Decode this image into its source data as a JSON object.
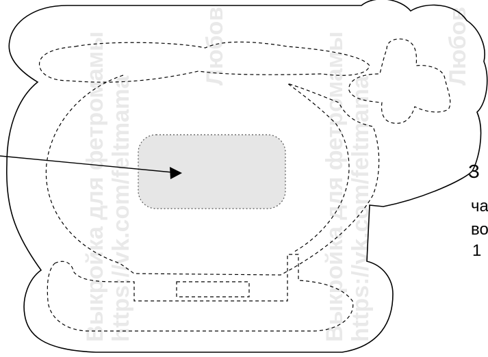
{
  "diagram": {
    "watermark": {
      "pattern_line_1": "Выкройка для фетромамы",
      "pattern_line_2": "https://vk.com/feltmama",
      "author_fragment": "Любов"
    },
    "side_text": {
      "line_1": "З",
      "line_2": "ча",
      "line_3": "во",
      "line_4": "1"
    },
    "colors": {
      "outline": "#000000",
      "window_fill": "#e6e6e6",
      "background": "#ffffff",
      "watermark": "#d8d8d8"
    }
  }
}
